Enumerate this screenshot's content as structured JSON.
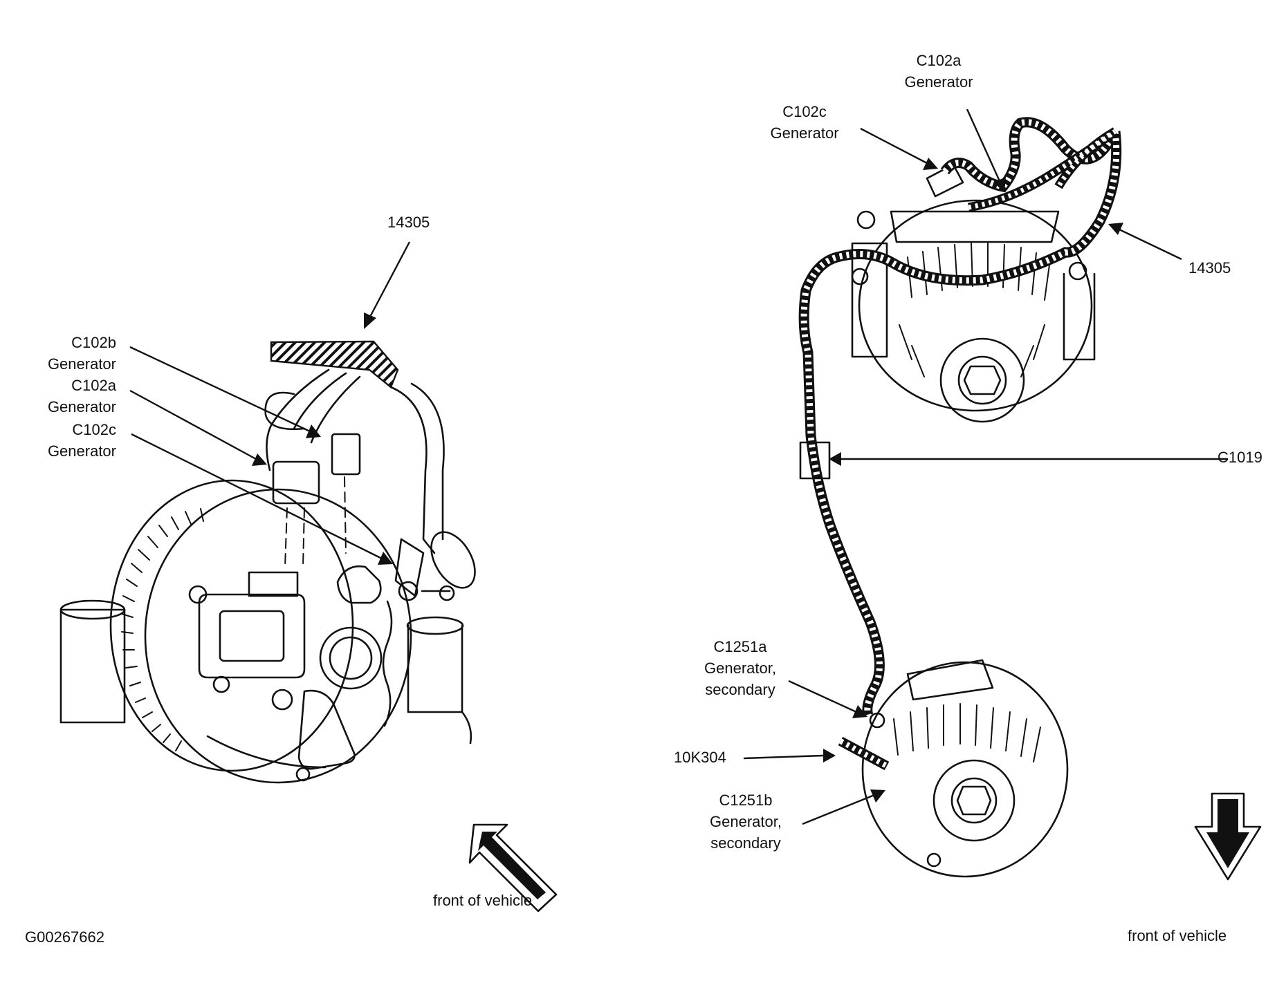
{
  "diagram": {
    "figure_id": "G00267662",
    "left_view": {
      "harness_label": "14305",
      "connectors": [
        {
          "id": "C102b",
          "desc": "Generator"
        },
        {
          "id": "C102a",
          "desc": "Generator"
        },
        {
          "id": "C102c",
          "desc": "Generator"
        }
      ],
      "direction_label": "front of vehicle"
    },
    "right_view": {
      "top_connectors": [
        {
          "id": "C102a",
          "desc": "Generator"
        },
        {
          "id": "C102c",
          "desc": "Generator"
        }
      ],
      "harness_label": "14305",
      "inline_connector": "C1019",
      "secondary_connectors": [
        {
          "id": "C1251a",
          "desc1": "Generator,",
          "desc2": "secondary"
        },
        {
          "id": "C1251b",
          "desc1": "Generator,",
          "desc2": "secondary"
        }
      ],
      "cable_label": "10K304",
      "direction_label": "front of vehicle"
    }
  }
}
